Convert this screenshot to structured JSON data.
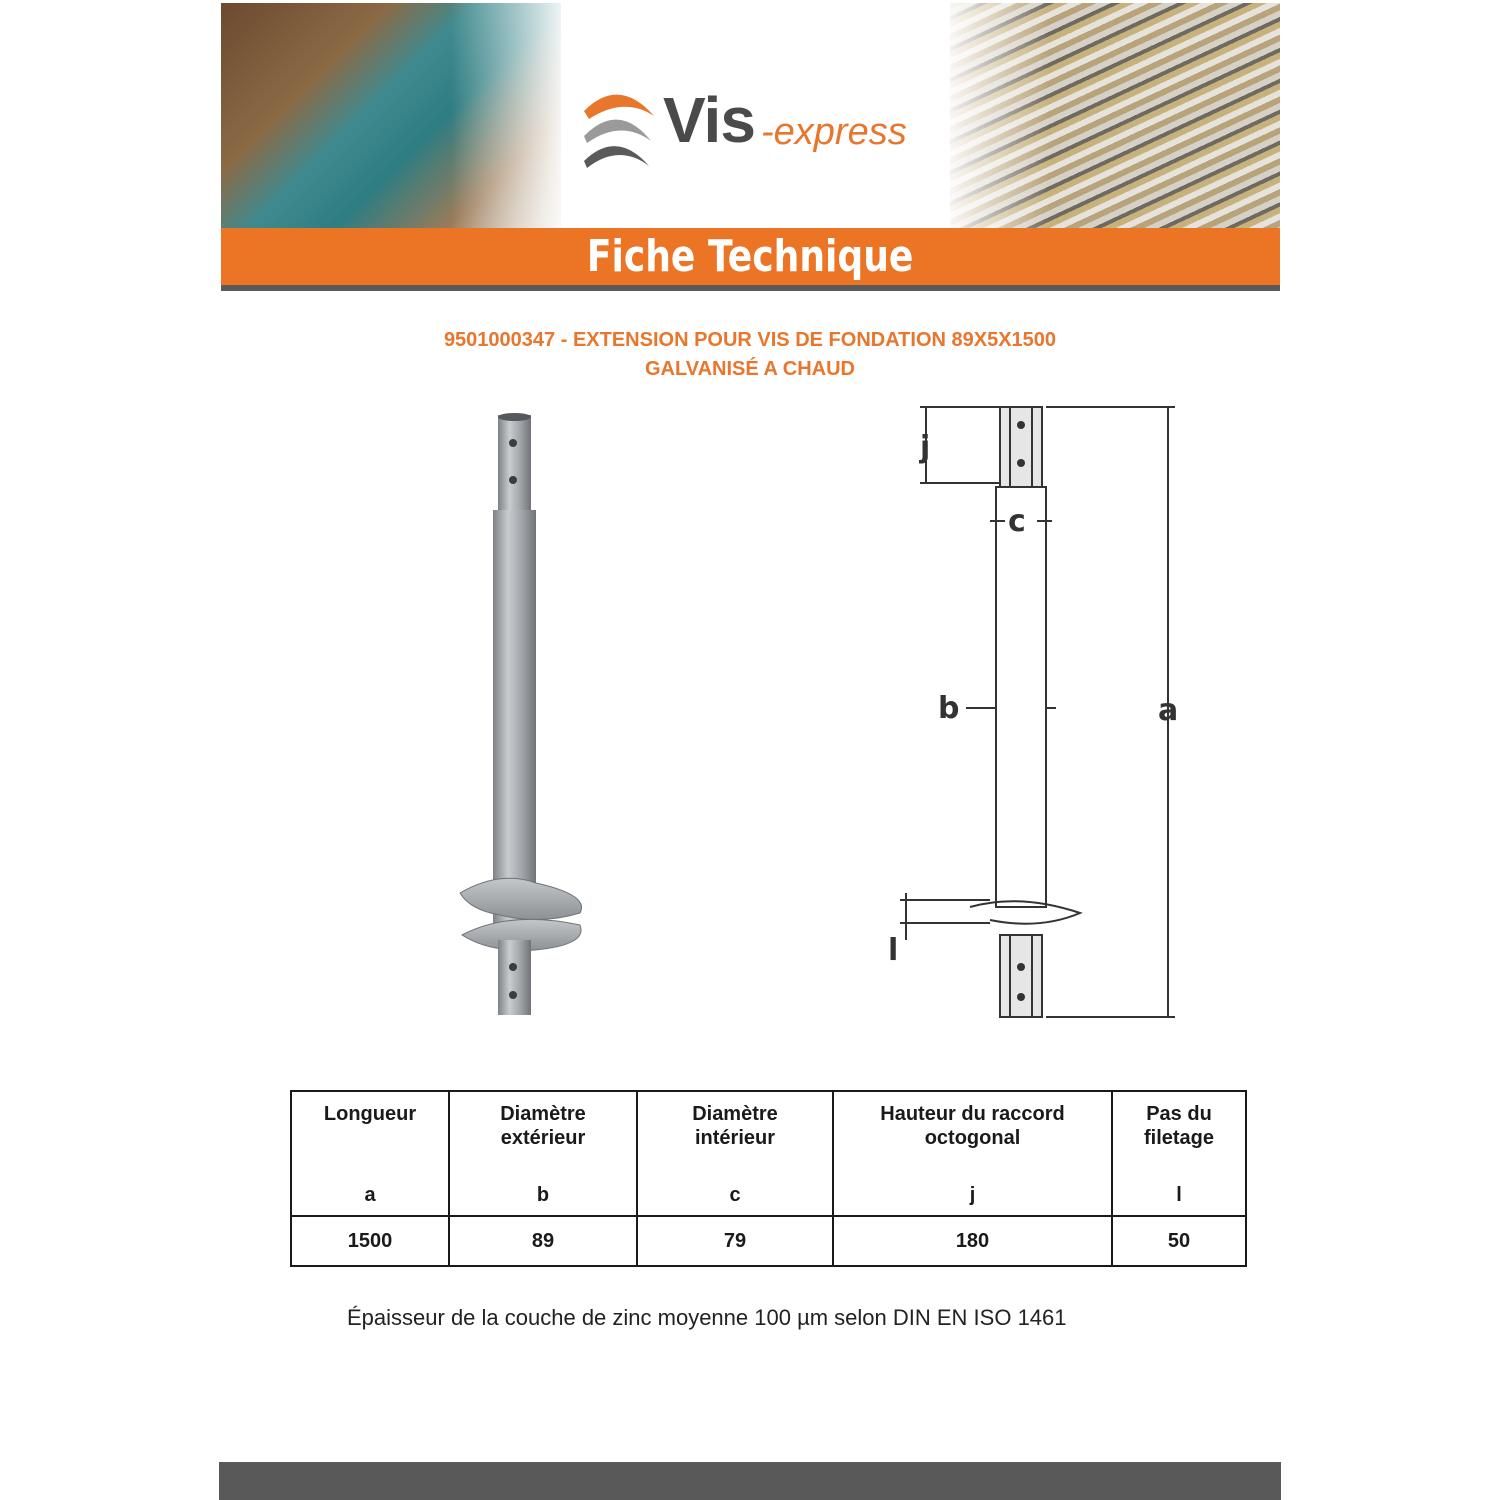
{
  "brand": {
    "main": "Vis",
    "sub": "-express"
  },
  "header": {
    "title": "Fiche Technique"
  },
  "product": {
    "title_line1": "9501000347 - EXTENSION POUR VIS DE FONDATION 89X5X1500",
    "title_line2": "GALVANISÉ A CHAUD"
  },
  "drawing": {
    "labels": {
      "j": "j",
      "c": "c",
      "b": "b",
      "a": "a",
      "l": "l"
    }
  },
  "spec_table": {
    "headers": [
      {
        "name_line1": "Longueur",
        "name_line2": "",
        "symbol": "a"
      },
      {
        "name_line1": "Diamètre",
        "name_line2": "extérieur",
        "symbol": "b"
      },
      {
        "name_line1": "Diamètre",
        "name_line2": "intérieur",
        "symbol": "c"
      },
      {
        "name_line1": "Hauteur du raccord",
        "name_line2": "octogonal",
        "symbol": "j"
      },
      {
        "name_line1": "Pas du filetage",
        "name_line2": "",
        "symbol": "l"
      }
    ],
    "values": [
      "1500",
      "89",
      "79",
      "180",
      "50"
    ]
  },
  "footnote": "Épaisseur de la couche de zinc moyenne 100 µm selon DIN EN ISO 1461",
  "colors": {
    "accent": "#ec7425",
    "dark_bar": "#595959",
    "text": "#1a1a1a"
  }
}
